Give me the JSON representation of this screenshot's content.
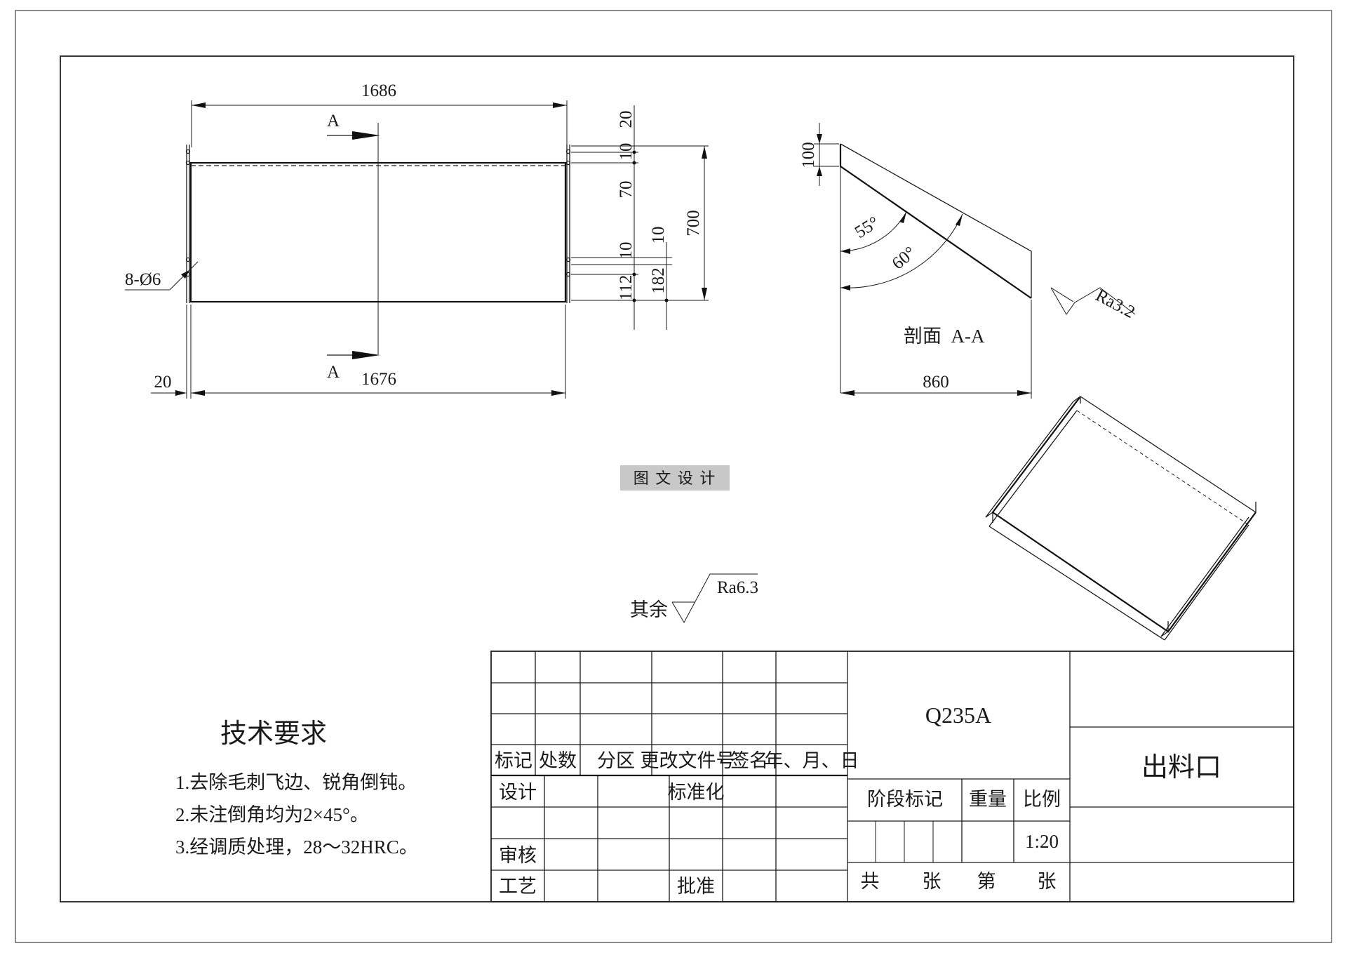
{
  "front_view": {
    "dim_top": "1686",
    "dim_bottom": "1676",
    "dim_left": "20",
    "section_label_top": "A",
    "section_label_bottom": "A",
    "holes": "8-Ø6",
    "dim_right": [
      "20",
      "10",
      "70",
      "10",
      "10",
      "112",
      "182",
      "700"
    ]
  },
  "section_view": {
    "title": "剖面  A-A",
    "dim_height": "100",
    "angle_1": "55°",
    "angle_2": "60°",
    "dim_width": "860",
    "roughness": "Ra3.2"
  },
  "watermark": "图 文 设 计",
  "surface_rest": {
    "label": "其余",
    "roughness": "Ra6.3"
  },
  "tech_requirements": {
    "title": "技术要求",
    "items": [
      "1.去除毛刺飞边、锐角倒钝。",
      "2.未注倒角均为2×45°。",
      "3.经调质处理，28～32HRC。"
    ]
  },
  "title_block": {
    "material": "Q235A",
    "part_name": "出料口",
    "rev_headers": [
      "标记",
      "处数",
      "分区",
      "更改文件号",
      "签名",
      "年、月、日"
    ],
    "design": "设计",
    "standardization": "标准化",
    "review": "审核",
    "process": "工艺",
    "approve": "批准",
    "stage_mark": "阶段标记",
    "weight": "重量",
    "scale_label": "比例",
    "scale_value": "1:20",
    "total": "共",
    "sheets": "张",
    "sheet_no": "第",
    "sheets2": "张"
  }
}
